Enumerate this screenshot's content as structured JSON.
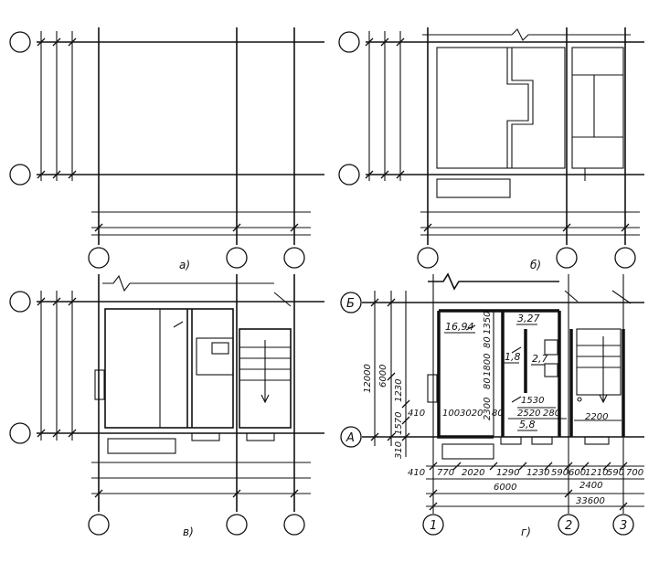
{
  "panels": {
    "a": {
      "caption": "а)"
    },
    "b": {
      "caption": "б)"
    },
    "v": {
      "caption": "в)"
    },
    "g": {
      "caption": "г)"
    }
  },
  "axes": {
    "row_upper": "Б",
    "row_lower": "А",
    "col_1": "1",
    "col_2": "2",
    "col_3": "3"
  },
  "room_areas": {
    "r1": "16,94",
    "r2": "3,27",
    "r3": "2,7",
    "r4": "1,8",
    "r5": "5,8"
  },
  "dimensions": {
    "overall_height": "12000",
    "d6000_v": "6000",
    "d1230_v": "1230",
    "d1570_v": "1570",
    "d310_v": "310",
    "d1350_v": "1350",
    "d80_a": "80",
    "d1800_v": "1800",
    "d80_b": "80",
    "d2300_v": "2300",
    "d80_c": "80",
    "d410_a": "410",
    "d100": "100",
    "d3020": "3020",
    "d1530": "1530",
    "d2520": "2520",
    "d280": "280",
    "d2200": "2200",
    "d410_b": "410",
    "d770": "770",
    "d2020": "2020",
    "d1290": "1290",
    "d1230_h": "1230",
    "d590_a": "590",
    "d600": "600",
    "d1210": "1210",
    "d590_b": "590",
    "d700": "700",
    "d2400": "2400",
    "d6000_h": "6000",
    "d33600": "33600"
  }
}
